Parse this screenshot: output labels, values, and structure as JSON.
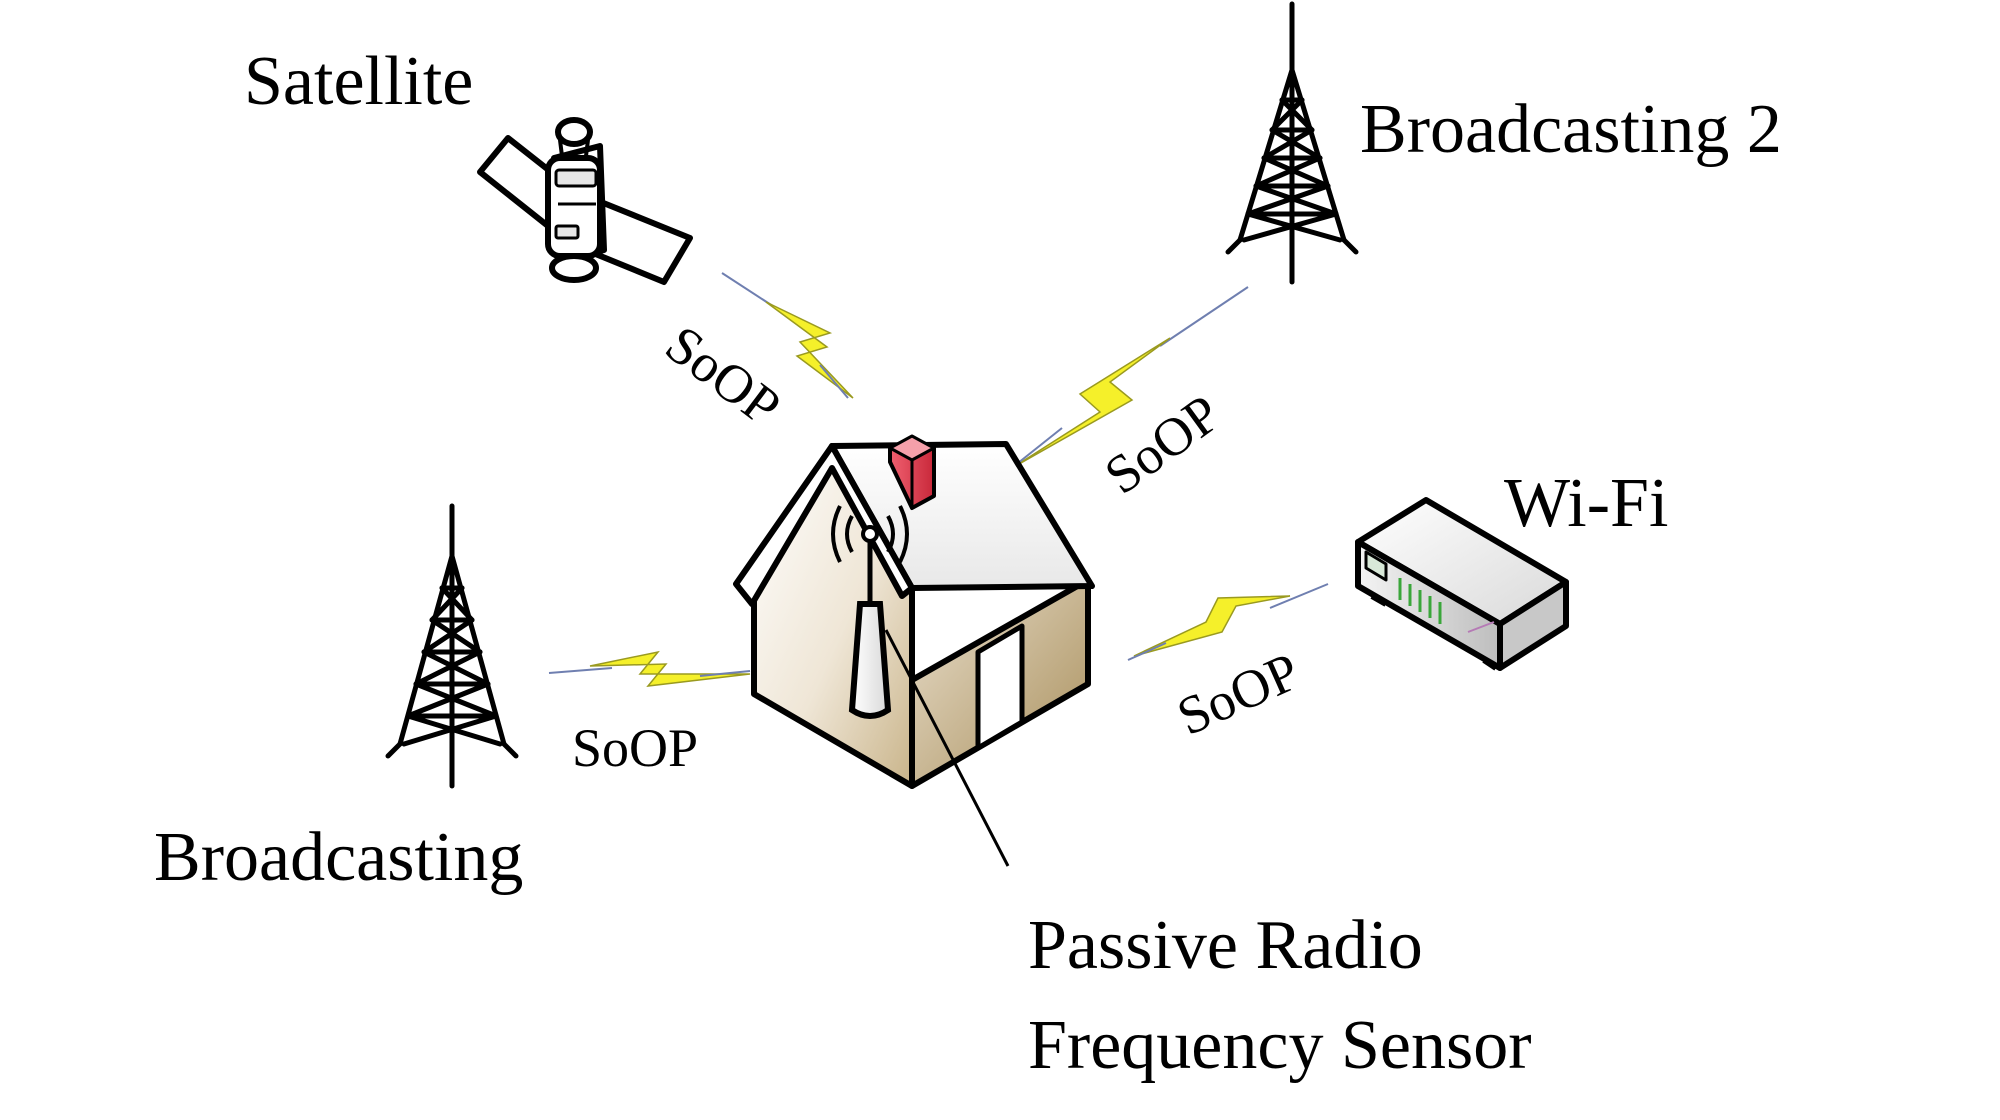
{
  "nodes": {
    "satellite": {
      "label": "Satellite"
    },
    "broadcasting_2": {
      "label": "Broadcasting 2"
    },
    "wifi": {
      "label": "Wi-Fi"
    },
    "broadcasting": {
      "label": "Broadcasting"
    },
    "sensor": {
      "line1": "Passive Radio",
      "line2": "Frequency Sensor"
    }
  },
  "links": [
    {
      "id": "satellite-link",
      "label": "SoOP"
    },
    {
      "id": "broadcasting2-link",
      "label": "SoOP"
    },
    {
      "id": "wifi-link",
      "label": "SoOP"
    },
    {
      "id": "broadcasting-link",
      "label": "SoOP"
    }
  ],
  "colors": {
    "bolt": "#f5f02a",
    "bolt_edge": "#6f7fb0",
    "chimney": "#e0404f",
    "house_shade": "#b8a06a",
    "wifi_leds": "#3aa63a"
  }
}
